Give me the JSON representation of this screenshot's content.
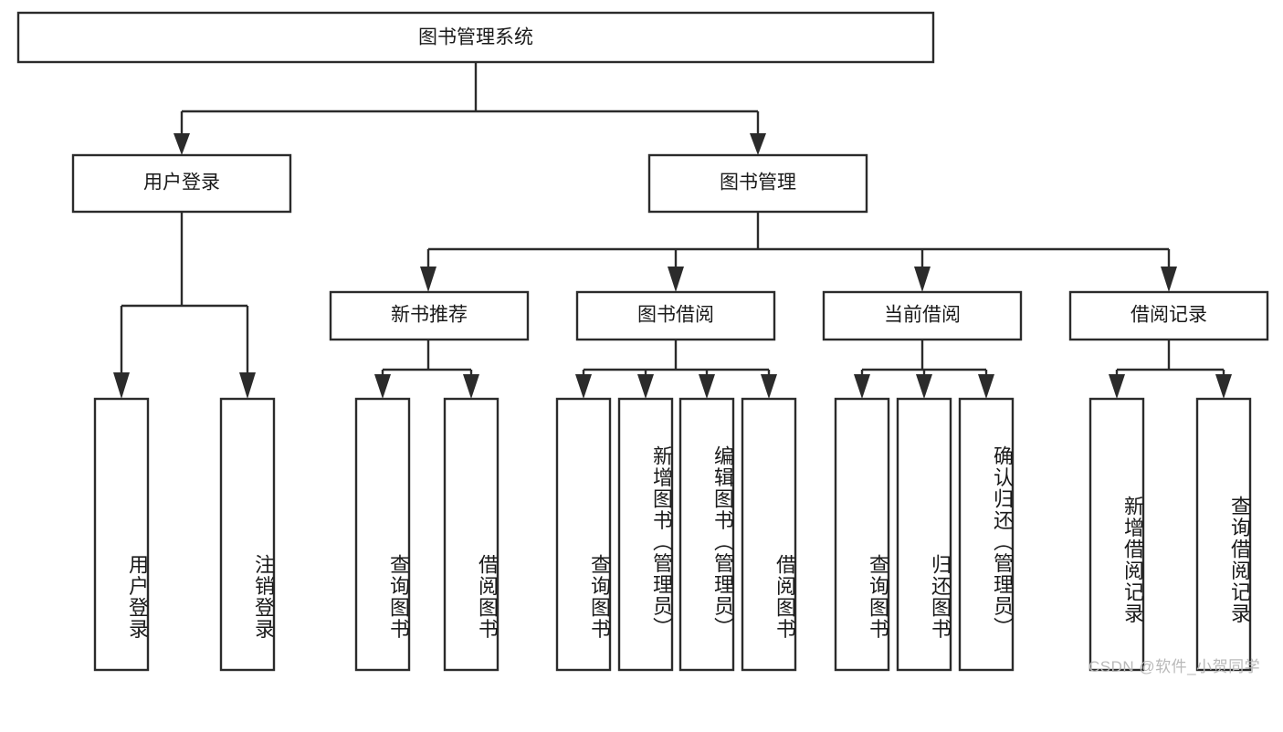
{
  "diagram": {
    "type": "hierarchy-tree",
    "title": "图书管理系统",
    "root": {
      "id": "root",
      "label": "图书管理系统"
    },
    "level1": [
      {
        "id": "user-login",
        "label": "用户登录"
      },
      {
        "id": "book-management",
        "label": "图书管理"
      }
    ],
    "level2": [
      {
        "id": "new-book-recommend",
        "label": "新书推荐",
        "parent": "book-management"
      },
      {
        "id": "book-borrow",
        "label": "图书借阅",
        "parent": "book-management"
      },
      {
        "id": "current-borrow",
        "label": "当前借阅",
        "parent": "book-management"
      },
      {
        "id": "borrow-record",
        "label": "借阅记录",
        "parent": "book-management"
      }
    ],
    "leaves": [
      {
        "id": "leaf-user-login",
        "label": "用户登录",
        "parent": "user-login"
      },
      {
        "id": "leaf-logout-login",
        "label": "注销登录",
        "parent": "user-login"
      },
      {
        "id": "leaf-query-book-1",
        "label": "查询图书",
        "parent": "new-book-recommend"
      },
      {
        "id": "leaf-borrow-book-1",
        "label": "借阅图书",
        "parent": "new-book-recommend"
      },
      {
        "id": "leaf-query-book-2",
        "label": "查询图书",
        "parent": "book-borrow"
      },
      {
        "id": "leaf-add-book",
        "label": "新增图书（管理员）",
        "parent": "book-borrow"
      },
      {
        "id": "leaf-edit-book",
        "label": "编辑图书（管理员）",
        "parent": "book-borrow"
      },
      {
        "id": "leaf-borrow-book-2",
        "label": "借阅图书",
        "parent": "book-borrow"
      },
      {
        "id": "leaf-query-book-3",
        "label": "查询图书",
        "parent": "current-borrow"
      },
      {
        "id": "leaf-return-book",
        "label": "归还图书",
        "parent": "current-borrow"
      },
      {
        "id": "leaf-confirm-return",
        "label": "确认归还（管理员）",
        "parent": "current-borrow"
      },
      {
        "id": "leaf-add-record",
        "label": "新增借阅记录",
        "parent": "borrow-record"
      },
      {
        "id": "leaf-query-record",
        "label": "查询借阅记录",
        "parent": "borrow-record"
      }
    ],
    "colors": {
      "stroke": "#2b2b2b",
      "fill": "#ffffff",
      "text": "#1a1a1a",
      "watermark": "#b9b9b9"
    }
  },
  "watermark": {
    "text": "CSDN @软件_小贺同学"
  }
}
